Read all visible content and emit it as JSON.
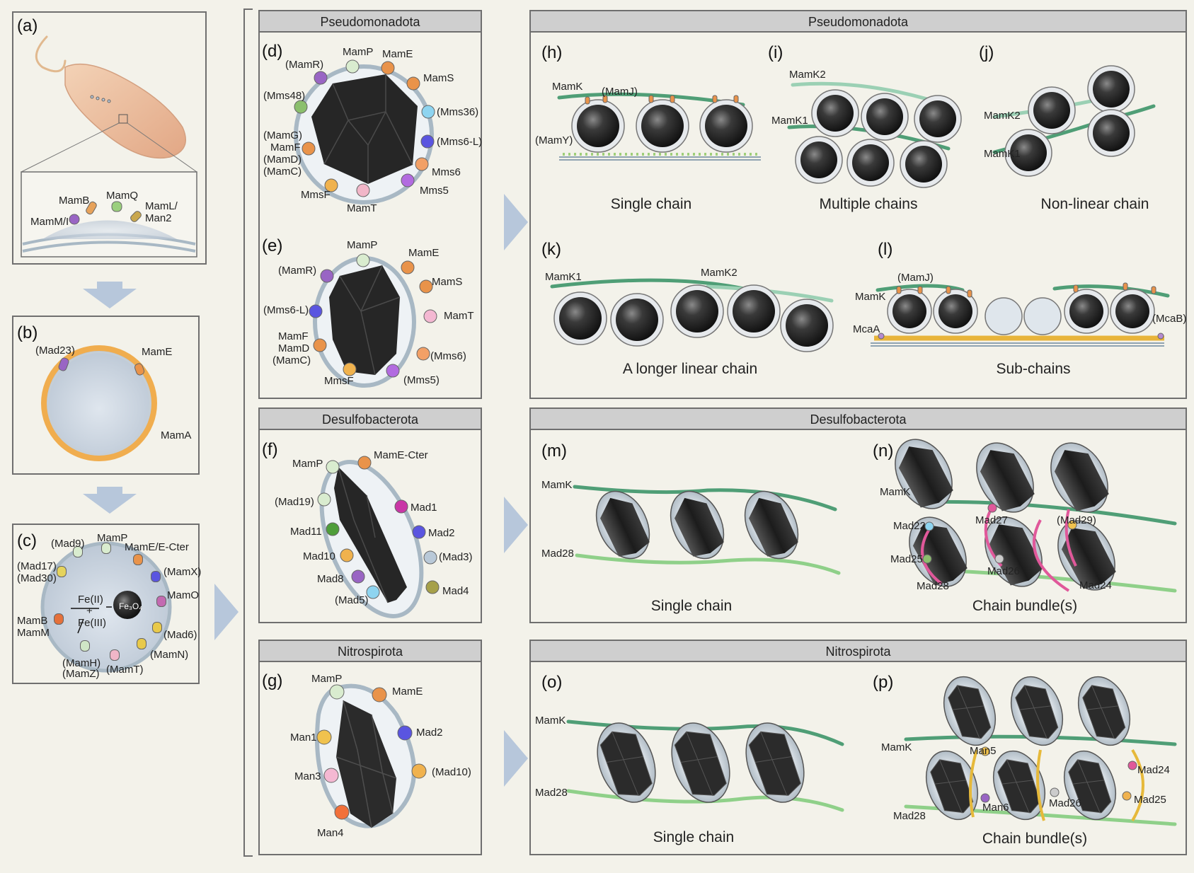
{
  "panel_letters": [
    "(a)",
    "(b)",
    "(c)",
    "(d)",
    "(e)",
    "(f)",
    "(g)",
    "(h)",
    "(i)",
    "(j)",
    "(k)",
    "(l)",
    "(m)",
    "(n)",
    "(o)",
    "(p)"
  ],
  "headers": {
    "pseudomonadota": "Pseudomonadota",
    "desulfobacterota": "Desulfobacterota",
    "nitrospirota": "Nitrospirota"
  },
  "panel_a": {
    "labels": [
      "MamB",
      "MamQ",
      "MamL/",
      "Man2",
      "MamM/I"
    ]
  },
  "panel_b": {
    "labels": [
      "(Mad23)",
      "MamE",
      "MamA"
    ]
  },
  "panel_c": {
    "labels": [
      "(Mad9)",
      "MamP",
      "MamE/E-Cter",
      "(Mad17)",
      "(Mad30)",
      "(MamX)",
      "MamO",
      "(Mad6)",
      "(MamN)",
      "(MamT)",
      "(MamH)",
      "(MamZ)",
      "MamB",
      "MamM",
      "Fe(II)",
      "+",
      "Fe(III)",
      "Fe₃O₄"
    ]
  },
  "panel_d": {
    "labels": [
      "(MamR)",
      "MamP",
      "MamE",
      "MamS",
      "(Mms48)",
      "(Mms36)",
      "(MamG)",
      "MamF",
      "(MamD)",
      "(MamC)",
      "(Mms6-L)",
      "Mms6",
      "Mms5",
      "MmsF",
      "MamT"
    ]
  },
  "panel_e": {
    "labels": [
      "MamP",
      "MamE",
      "(MamR)",
      "MamS",
      "(Mms6-L)",
      "MamT",
      "MamF",
      "MamD",
      "(MamC)",
      "(Mms6)",
      "MmsF",
      "(Mms5)"
    ]
  },
  "panel_f": {
    "labels": [
      "MamP",
      "MamE-Cter",
      "(Mad19)",
      "Mad1",
      "Mad11",
      "Mad2",
      "Mad10",
      "(Mad3)",
      "Mad8",
      "Mad4",
      "(Mad5)"
    ]
  },
  "panel_g": {
    "labels": [
      "MamP",
      "MamE",
      "Mad2",
      "Man1",
      "(Mad10)",
      "Man3",
      "Man4"
    ]
  },
  "panel_h": {
    "labels": [
      "MamK",
      "(MamJ)",
      "(MamY)"
    ],
    "caption": "Single chain"
  },
  "panel_i": {
    "labels": [
      "MamK2",
      "MamK1"
    ],
    "caption": "Multiple chains"
  },
  "panel_j": {
    "labels": [
      "MamK2",
      "MamK1"
    ],
    "caption": "Non-linear chain"
  },
  "panel_k": {
    "labels": [
      "MamK1",
      "MamK2"
    ],
    "caption": "A longer linear chain"
  },
  "panel_l": {
    "labels": [
      "(MamJ)",
      "MamK",
      "McaA",
      "(McaB)"
    ],
    "caption": "Sub-chains"
  },
  "panel_m": {
    "labels": [
      "MamK",
      "Mad28"
    ],
    "caption": "Single chain"
  },
  "panel_n": {
    "labels": [
      "MamK",
      "Mad22",
      "Mad27",
      "(Mad29)",
      "Mad25",
      "Mad26",
      "Mad28",
      "Mad24"
    ],
    "caption": "Chain bundle(s)"
  },
  "panel_o": {
    "labels": [
      "MamK",
      "Mad28"
    ],
    "caption": "Single chain"
  },
  "panel_p": {
    "labels": [
      "MamK",
      "Man5",
      "Mad24",
      "Man6",
      "Mad26",
      "Mad25",
      "Mad28"
    ],
    "caption": "Chain bundle(s)"
  },
  "colors": {
    "page_bg": "#f3f2ea",
    "header_bg": "#cfcfcf",
    "arrow": "#b7c7db",
    "membrane": "#a8b8c4",
    "filament_green": "#4f9e76",
    "magnetosome_dark": "#222222",
    "cell_body": "#efc4a4",
    "pink_link": "#e0589a",
    "yellow_link": "#e6b93a"
  }
}
